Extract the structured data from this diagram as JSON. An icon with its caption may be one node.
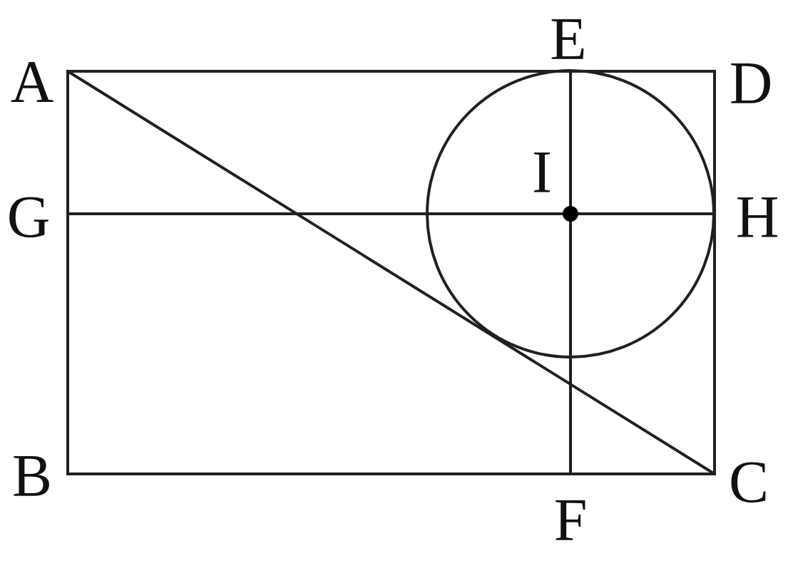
{
  "diagram": {
    "labels": [
      "E",
      "A",
      "D",
      "I",
      "G",
      "H",
      "B",
      "C",
      "F"
    ]
  }
}
